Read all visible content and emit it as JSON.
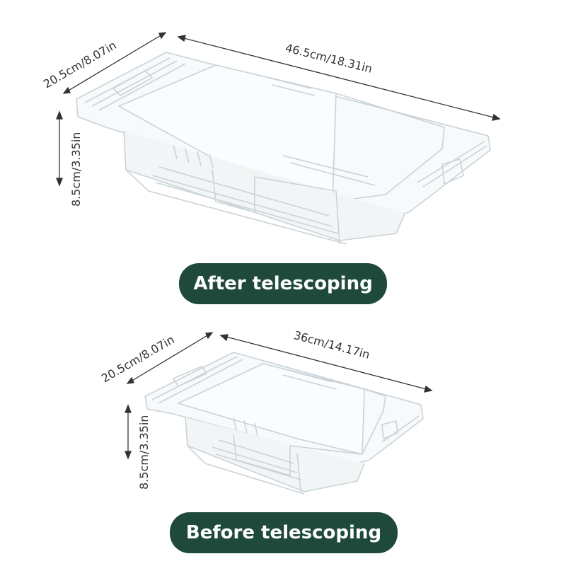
{
  "top": {
    "width_label": "46.5cm/18.31in",
    "depth_label": "20.5cm/8.07in",
    "height_label": "8.5cm/3.35in",
    "caption": "After telescoping"
  },
  "bottom": {
    "width_label": "36cm/14.17in",
    "depth_label": "20.5cm/8.07in",
    "height_label": "8.5cm/3.35in",
    "caption": "Before telescoping"
  },
  "colors": {
    "pill_background": "#1f4a3b",
    "pill_text": "#ffffff",
    "dimension_line": "#333333",
    "basket_outline": "#c9d3d8"
  }
}
